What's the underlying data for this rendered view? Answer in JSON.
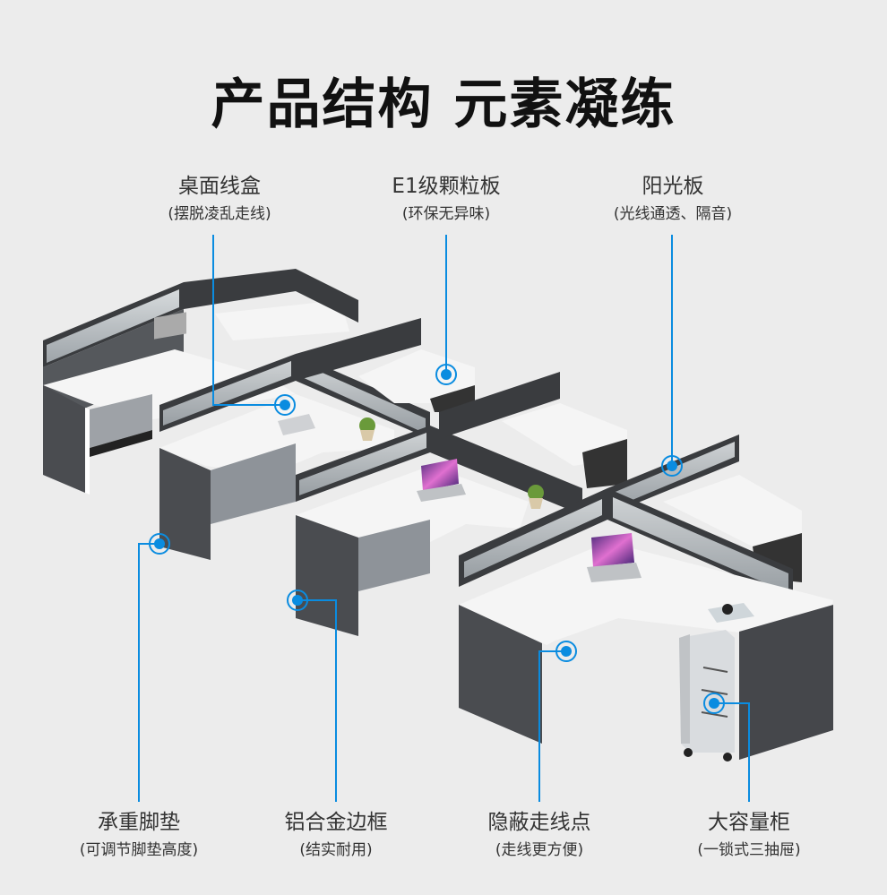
{
  "title": "产品结构 元素凝练",
  "accent_color": "#0a8ce0",
  "callouts_top": [
    {
      "name": "桌面线盒",
      "desc": "(摆脱凌乱走线)"
    },
    {
      "name": "E1级颗粒板",
      "desc": "(环保无异味)"
    },
    {
      "name": "阳光板",
      "desc": "(光线通透、隔音)"
    }
  ],
  "callouts_bottom": [
    {
      "name": "承重脚垫",
      "desc": "(可调节脚垫高度)"
    },
    {
      "name": "铝合金边框",
      "desc": "(结实耐用)"
    },
    {
      "name": "隐蔽走线点",
      "desc": "(走线更方便)"
    },
    {
      "name": "大容量柜",
      "desc": "(一锁式三抽屉)"
    }
  ]
}
